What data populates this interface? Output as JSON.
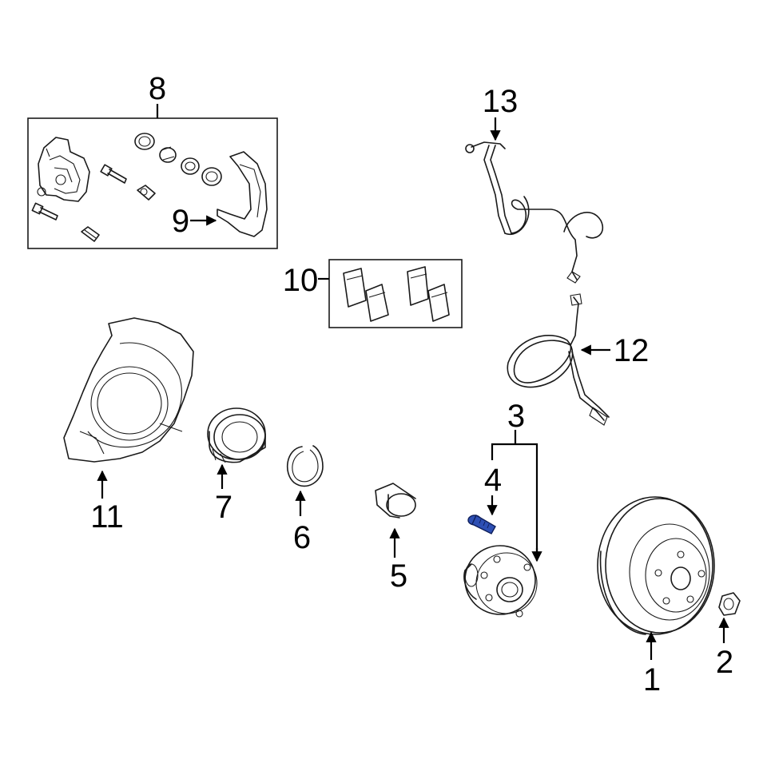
{
  "callouts": [
    {
      "id": "1",
      "text": "1",
      "part": "brake-disc-rotor"
    },
    {
      "id": "2",
      "text": "2",
      "part": "hub-nut"
    },
    {
      "id": "3",
      "text": "3",
      "part": "hub-assembly"
    },
    {
      "id": "4",
      "text": "4",
      "part": "wheel-stud",
      "highlighted": true
    },
    {
      "id": "5",
      "text": "5",
      "part": "dust-cap"
    },
    {
      "id": "6",
      "text": "6",
      "part": "snap-ring"
    },
    {
      "id": "7",
      "text": "7",
      "part": "wheel-bearing"
    },
    {
      "id": "8",
      "text": "8",
      "part": "caliper-assembly-kit"
    },
    {
      "id": "9",
      "text": "9",
      "part": "caliper-bracket"
    },
    {
      "id": "10",
      "text": "10",
      "part": "brake-pad-set"
    },
    {
      "id": "11",
      "text": "11",
      "part": "splash-shield"
    },
    {
      "id": "12",
      "text": "12",
      "part": "abs-sensor-wire"
    },
    {
      "id": "13",
      "text": "13",
      "part": "speed-sensor"
    }
  ],
  "colors": {
    "highlight": "#2d4fb4",
    "line": "#1a1a1a",
    "background": "#ffffff"
  }
}
